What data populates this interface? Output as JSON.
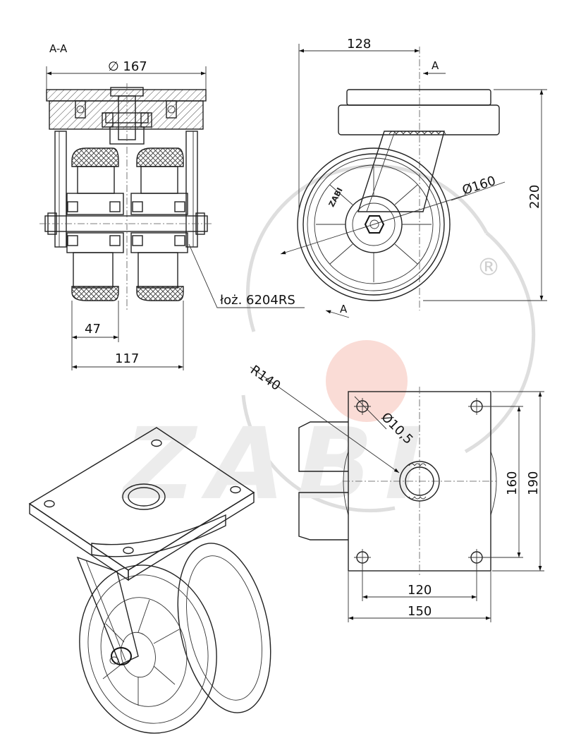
{
  "section_label": "A-A",
  "section_marker": "A",
  "brand": "ZABI",
  "registered_mark": "®",
  "dimensions": {
    "overall_width": "∅ 167",
    "single_wheel_width": "47",
    "track_width": "117",
    "bearing_note": "łoż. 6204RS",
    "offset": "128",
    "height": "220",
    "wheel_diameter": "Ø160",
    "swivel_radius": "R140",
    "bolt_hole": "Ø10,5",
    "hole_spacing_x": "120",
    "plate_width": "150",
    "hole_spacing_y": "160",
    "plate_length": "190"
  },
  "colors": {
    "line": "#222222",
    "watermark_gray": "#dedede",
    "watermark_red": "#f5b9b0"
  }
}
